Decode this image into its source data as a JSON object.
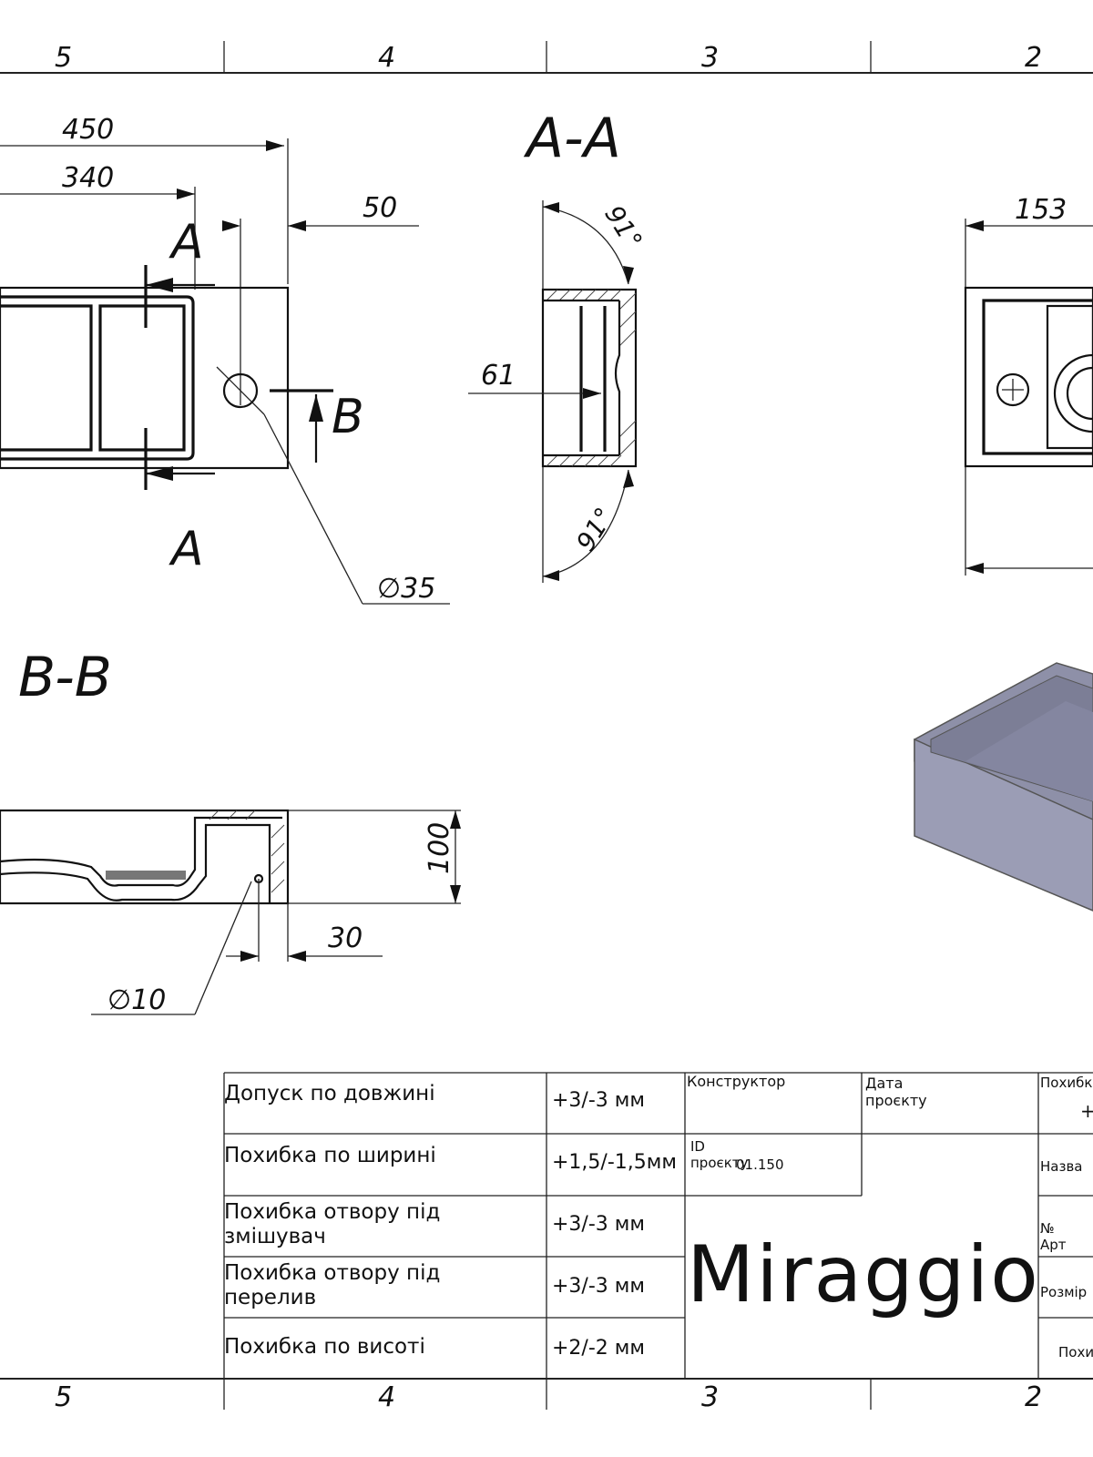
{
  "frame": {
    "zone_numbers_top": [
      "5",
      "4",
      "3",
      "2"
    ],
    "zone_numbers_bottom": [
      "5",
      "4",
      "3",
      "2"
    ]
  },
  "plan_view": {
    "dim_overall": "450",
    "dim_bowl": "340",
    "dim_hole_offset": "50",
    "section_a_label_top": "A",
    "section_a_label_bottom": "A",
    "section_b_label": "B",
    "hole_diameter": "∅35"
  },
  "section_aa": {
    "title": "A-A",
    "angle_top": "91°",
    "angle_bottom": "91°",
    "dim_depth": "61"
  },
  "right_view": {
    "dim_width": "153"
  },
  "section_bb": {
    "title": "B-B",
    "dim_height": "100",
    "dim_offset": "30",
    "overflow_diameter": "∅10"
  },
  "title_block": {
    "rows": [
      {
        "label": "Допуск по довжині",
        "value": "+3/-3 мм"
      },
      {
        "label": "Похибка по ширині",
        "value": "+1,5/-1,5мм"
      },
      {
        "label": "Похибка отвору під змішувач",
        "value": "+3/-3 мм"
      },
      {
        "label": "Похибка отвору під перелив",
        "value": "+3/-3 мм"
      },
      {
        "label": "Похибка по висоті",
        "value": "+2/-2 мм"
      }
    ],
    "designer_label": "Конструктор",
    "project_date_label": "Дата проєкту",
    "project_id_label": "ID проєкту",
    "project_id_value": "01.150",
    "logo": "Miraggio",
    "right_col": [
      "Похибк",
      "+",
      "Назва",
      "№ Арт",
      "Розмір",
      "Похи"
    ]
  }
}
